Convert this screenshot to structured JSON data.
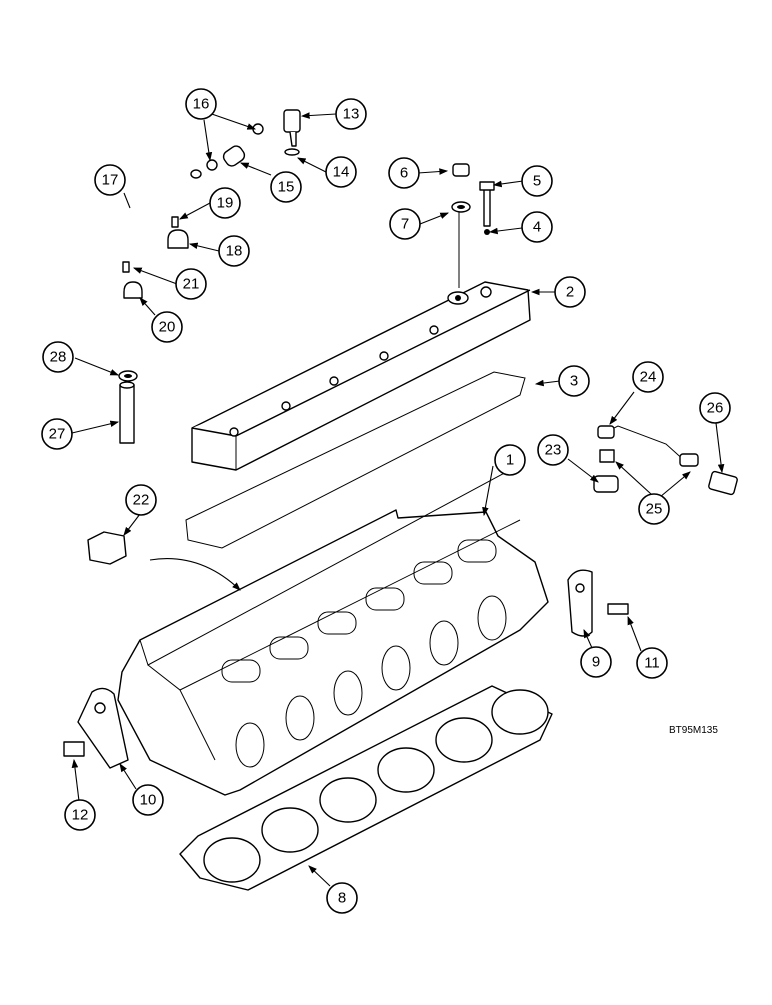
{
  "figure_code": "BT95M135",
  "callouts": [
    "1",
    "2",
    "3",
    "4",
    "5",
    "6",
    "7",
    "8",
    "9",
    "10",
    "11",
    "12",
    "13",
    "14",
    "15",
    "16",
    "17",
    "18",
    "19",
    "20",
    "21",
    "22",
    "23",
    "24",
    "25",
    "26",
    "27",
    "28"
  ]
}
